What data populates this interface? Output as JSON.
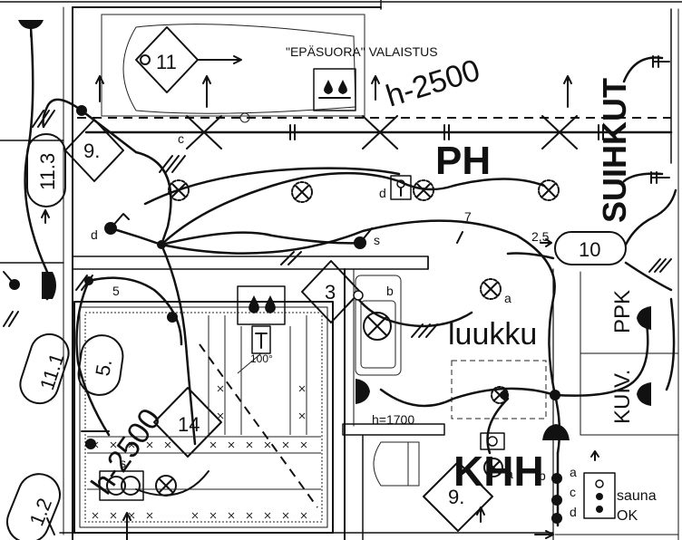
{
  "labels": {
    "indirect_lighting": "\"EPÄSUORA\" VALAISTUS",
    "ceiling_height_top": "h-2500",
    "ceiling_height_sauna": "h-2500",
    "room_ph": "PH",
    "room_suihkut": "SUIHKUT",
    "room_luukku": "luukku",
    "room_khh": "KHH",
    "room_ppk": "PPK",
    "room_kuiv": "KUIV.",
    "sauna_ok_1": "sauna",
    "sauna_ok_2": "OK",
    "height_1700": "h=1700",
    "heater_temp": "100°"
  },
  "fixture_numbers": {
    "n11_top": "11",
    "n9_left": "9.",
    "n11_3": "11.3",
    "n10": "10",
    "n3": "3",
    "n5_oval": "5.",
    "n5_small": "5",
    "n11_1": "11.1",
    "n14": "14",
    "n1_2": "1.2",
    "n9_bottom": "9.",
    "n2_5": "2,5",
    "n7": "7"
  },
  "switch_letters": {
    "c_top": "c",
    "d_top": "d",
    "d_left": "d",
    "s_mid": "s",
    "b_luukku": "b",
    "a_luukku": "a",
    "s_sauna": "s",
    "a_bottom": "a",
    "b_bottom": "b",
    "a_right": "a",
    "c_right": "c",
    "d_right": "d"
  }
}
